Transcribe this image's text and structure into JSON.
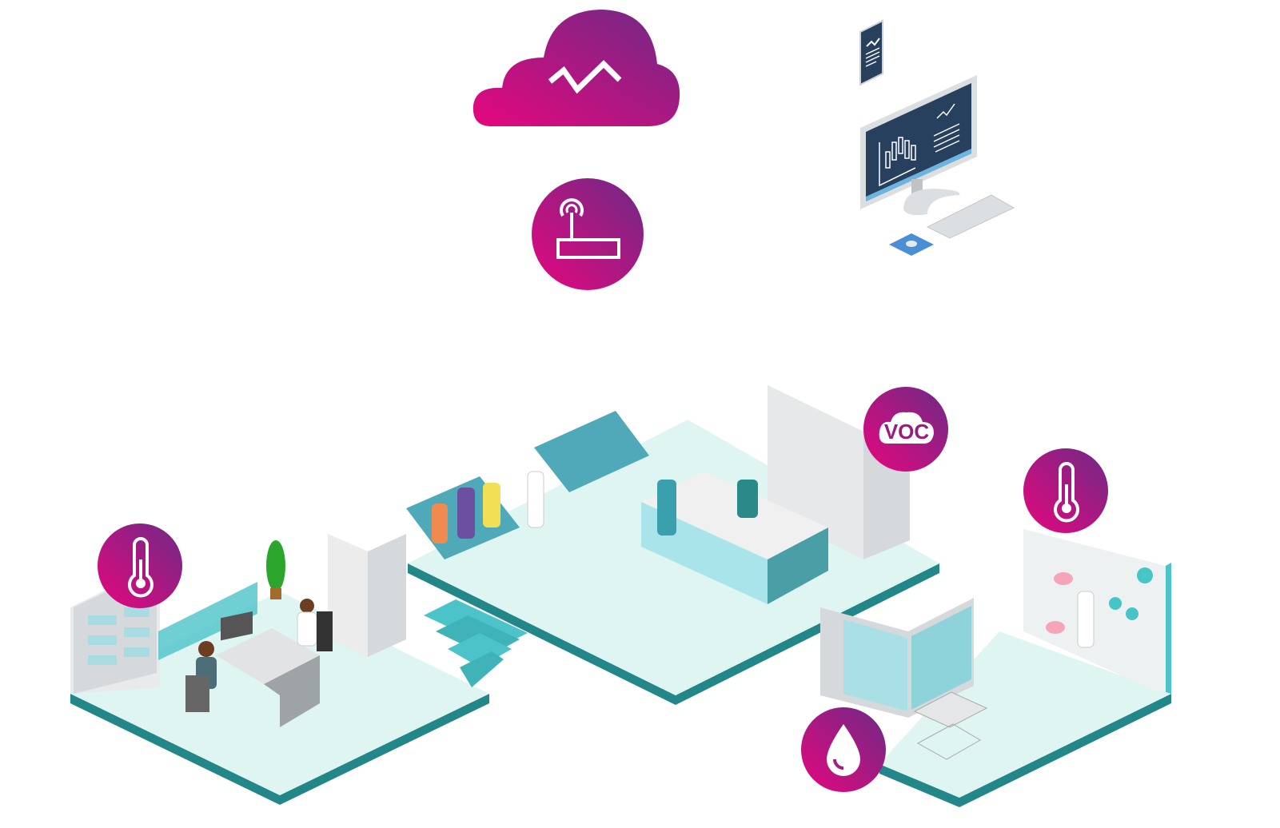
{
  "illustration": {
    "voc_sensor": {
      "label": "VOC"
    },
    "nodes": [
      "cloud-analytics",
      "gateway-router",
      "monitoring-workstation",
      "smartphone",
      "temperature-sensor-office",
      "voc-sensor",
      "temperature-sensor-pharmacy",
      "humidity-sensor"
    ]
  },
  "colors": {
    "gradient_start": "#e5077e",
    "gradient_end": "#6e2a85",
    "floor": "#dff5f2",
    "floor_edge": "#23878a",
    "accent_teal": "#4bc3c8",
    "screen": "#26405e"
  }
}
